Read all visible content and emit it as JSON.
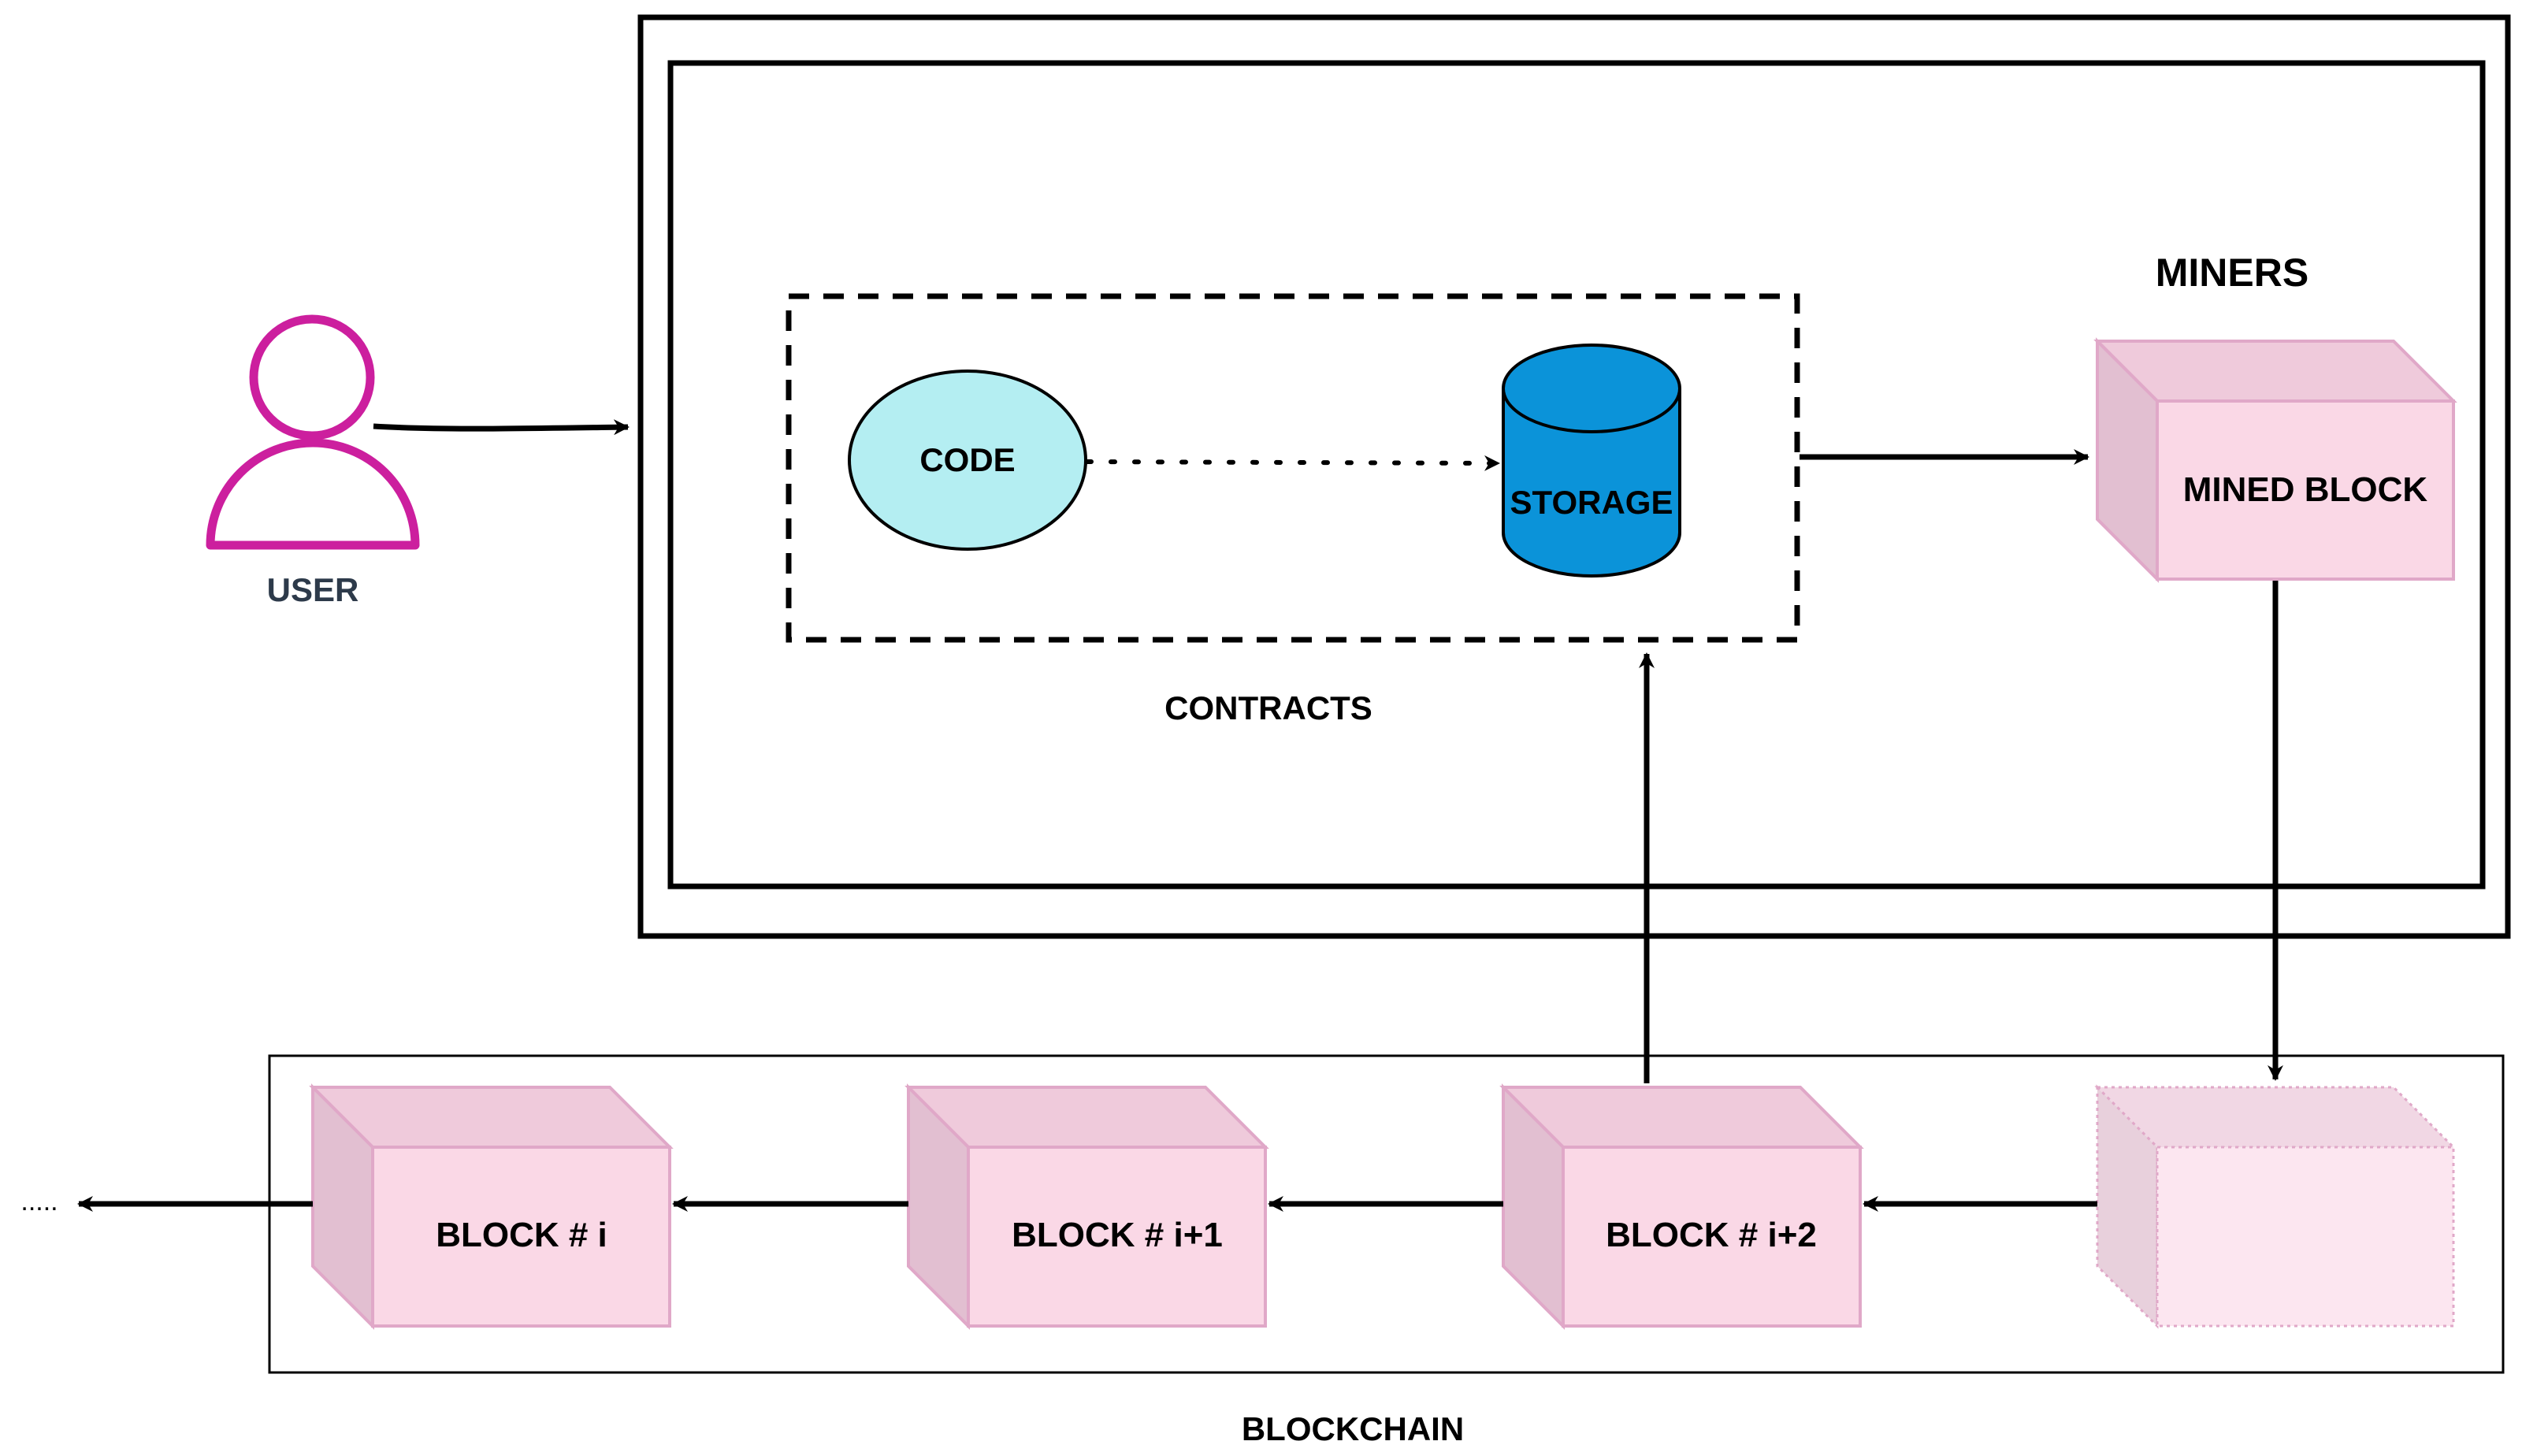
{
  "labels": {
    "user": "USER",
    "code": "CODE",
    "storage": "STORAGE",
    "contracts": "CONTRACTS",
    "miners": "MINERS",
    "mined_block": "MINED BLOCK",
    "blockchain": "BLOCKCHAIN",
    "ellipsis": "....."
  },
  "blocks": [
    {
      "label": "BLOCK # i"
    },
    {
      "label": "BLOCK # i+1"
    },
    {
      "label": "BLOCK # i+2"
    },
    {
      "label": ""
    }
  ],
  "colors": {
    "user_icon": "#cc1f9e",
    "user_label": "#2d3a4a",
    "code_fill": "#b4eef2",
    "storage_fill": "#0b93d9",
    "block_front": "#fad8e6",
    "block_top": "#efcadb",
    "block_side": "#e2bfd1",
    "block_stroke": "#e0a8c8",
    "pending_front": "#fce6f0",
    "pending_top": "#f1d7e4",
    "pending_side": "#e8d0dc"
  },
  "icons": {
    "user": "user-icon",
    "storage": "database-icon",
    "blocks": "cube-icon"
  }
}
